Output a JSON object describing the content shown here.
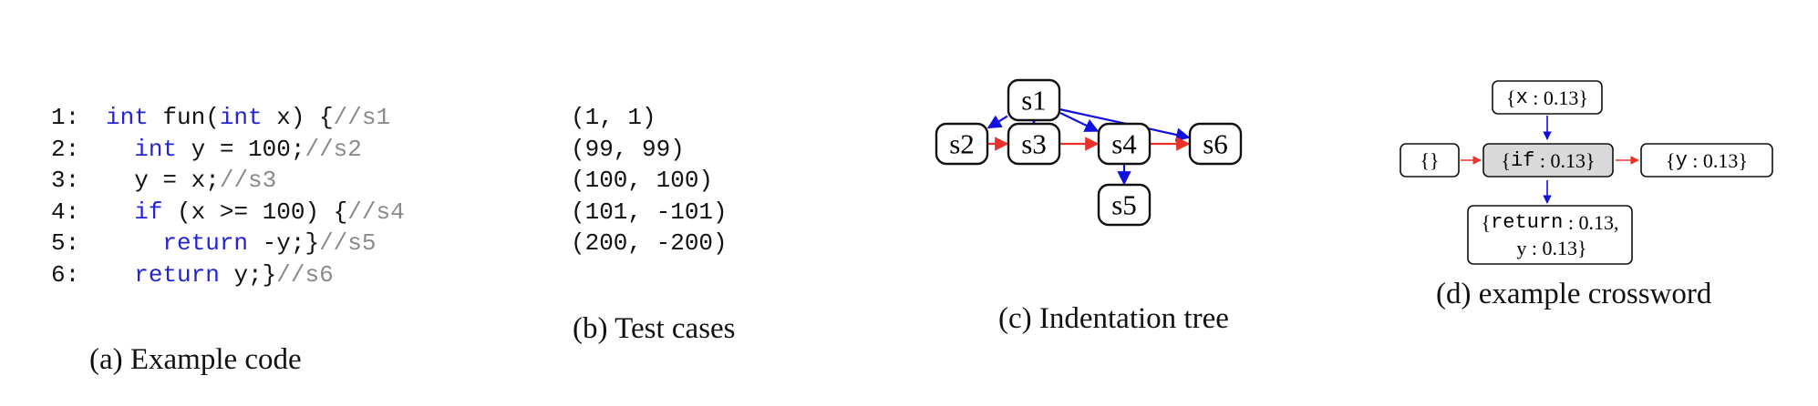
{
  "code": {
    "lines": [
      {
        "num": "1:",
        "indent": "",
        "parts": [
          {
            "t": "int",
            "c": "kw"
          },
          {
            "t": " fun(",
            "c": ""
          },
          {
            "t": "int",
            "c": "kw"
          },
          {
            "t": " x) {",
            "c": ""
          },
          {
            "t": "//s1",
            "c": "cm"
          }
        ]
      },
      {
        "num": "2:",
        "indent": "  ",
        "parts": [
          {
            "t": "int",
            "c": "kw"
          },
          {
            "t": " y = 100;",
            "c": ""
          },
          {
            "t": "//s2",
            "c": "cm"
          }
        ]
      },
      {
        "num": "3:",
        "indent": "  ",
        "parts": [
          {
            "t": "y = x;",
            "c": ""
          },
          {
            "t": "//s3",
            "c": "cm"
          }
        ]
      },
      {
        "num": "4:",
        "indent": "  ",
        "parts": [
          {
            "t": "if",
            "c": "kw"
          },
          {
            "t": " (x >= 100) {",
            "c": ""
          },
          {
            "t": "//s4",
            "c": "cm"
          }
        ]
      },
      {
        "num": "5:",
        "indent": "    ",
        "parts": [
          {
            "t": "return",
            "c": "kw"
          },
          {
            "t": " -y;}",
            "c": ""
          },
          {
            "t": "//s5",
            "c": "cm"
          }
        ]
      },
      {
        "num": "6:",
        "indent": "  ",
        "parts": [
          {
            "t": "return",
            "c": "kw"
          },
          {
            "t": " y;}",
            "c": ""
          },
          {
            "t": "//s6",
            "c": "cm"
          }
        ]
      }
    ],
    "caption": "(a) Example code"
  },
  "tests": {
    "cases": [
      "(1, 1)",
      "(99, 99)",
      "(100, 100)",
      "(101, -101)",
      "(200, -200)"
    ],
    "caption": "(b) Test cases"
  },
  "tree": {
    "nodes": {
      "s1": "s1",
      "s2": "s2",
      "s3": "s3",
      "s4": "s4",
      "s5": "s5",
      "s6": "s6"
    },
    "edges": [
      {
        "from": "s1",
        "to": "s2",
        "color": "blue"
      },
      {
        "from": "s1",
        "to": "s3",
        "color": "blue"
      },
      {
        "from": "s1",
        "to": "s4",
        "color": "blue"
      },
      {
        "from": "s1",
        "to": "s6",
        "color": "blue"
      },
      {
        "from": "s4",
        "to": "s5",
        "color": "blue"
      },
      {
        "from": "s2",
        "to": "s3",
        "color": "red"
      },
      {
        "from": "s3",
        "to": "s4",
        "color": "red"
      },
      {
        "from": "s4",
        "to": "s6",
        "color": "red"
      }
    ],
    "caption": "(c) Indentation tree"
  },
  "crossword": {
    "top": {
      "key": "x",
      "val": "0.13"
    },
    "left": "{}",
    "center": {
      "key": "if",
      "val": "0.13"
    },
    "right": {
      "key": "y",
      "val": "0.13"
    },
    "bottom": {
      "key1": "return",
      "val1": "0.13,",
      "key2": "y",
      "val2": "0.13"
    },
    "caption": "(d) example crossword"
  },
  "colors": {
    "keyword": "#2424d6",
    "comment": "#8a8a8a",
    "blue_edge": "#1010e0",
    "red_edge": "#e8322a",
    "highlight": "#d9d9d9"
  }
}
